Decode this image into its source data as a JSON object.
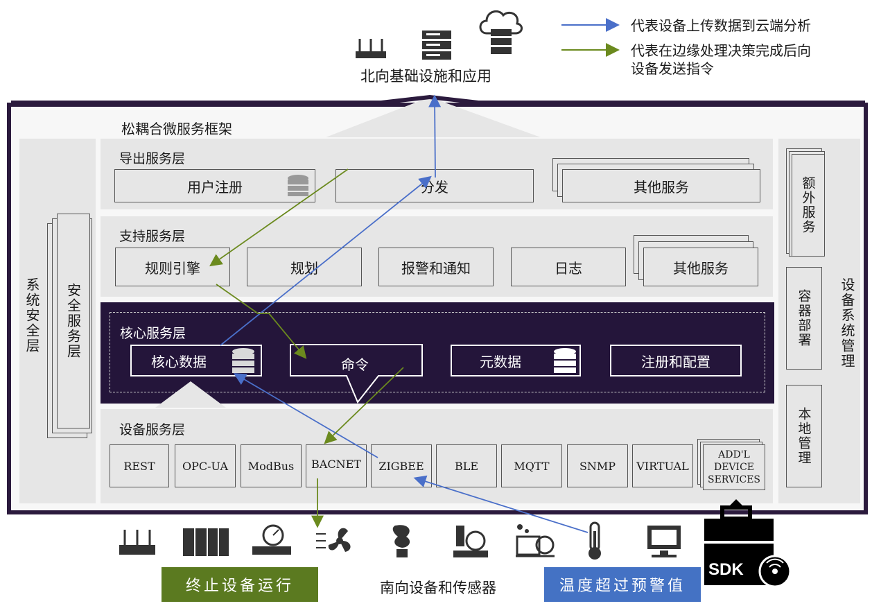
{
  "legend": {
    "blue_text": "代表设备上传数据到云端分析",
    "green_text_line1": "代表在边缘处理决策完成后向",
    "green_text_line2": "设备发送指令"
  },
  "north": {
    "label": "北向基础设施和应用",
    "icons": [
      "router-icon",
      "server-rack-icon",
      "cloud-server-icon"
    ]
  },
  "framework": {
    "title": "松耦合微服务框架",
    "left_outer": "系统安全层",
    "left_inner": "安全服务层",
    "right_label": "设备系统管理",
    "right_items": [
      "额外服务",
      "容器部署",
      "本地管理"
    ]
  },
  "export_layer": {
    "title": "导出服务层",
    "items": [
      "用户注册",
      "分发",
      "其他服务"
    ]
  },
  "support_layer": {
    "title": "支持服务层",
    "items": [
      "规则引擎",
      "规划",
      "报警和通知",
      "日志",
      "其他服务"
    ]
  },
  "core_layer": {
    "title": "核心服务层",
    "items": [
      "核心数据",
      "命令",
      "元数据",
      "注册和配置"
    ]
  },
  "device_layer": {
    "title": "设备服务层",
    "items": [
      "REST",
      "OPC-UA",
      "ModBus",
      "BACNET",
      "ZIGBEE",
      "BLE",
      "MQTT",
      "SNMP",
      "VIRTUAL"
    ],
    "addl": [
      "ADD'L",
      "DEVICE",
      "SERVICES"
    ]
  },
  "south": {
    "label": "南向设备和传感器",
    "stop_badge": "终止设备运行",
    "temp_badge": "温度超过预警值",
    "sdk_label": "SDK",
    "icons": [
      "router-icon",
      "plc-icon",
      "pressure-gauge-icon",
      "fan-icon",
      "bulb-icon",
      "meter-icon",
      "motor-icon",
      "thermometer-icon",
      "monitor-icon",
      "sdk-toolbox-icon"
    ]
  },
  "colors": {
    "frame": "#2b1a3d",
    "core_bg": "#24153a",
    "blue_arrow": "#4a6fc9",
    "green_arrow": "#6b8a1e",
    "stop_badge": "#5b7a20",
    "temp_badge": "#4472c4"
  }
}
